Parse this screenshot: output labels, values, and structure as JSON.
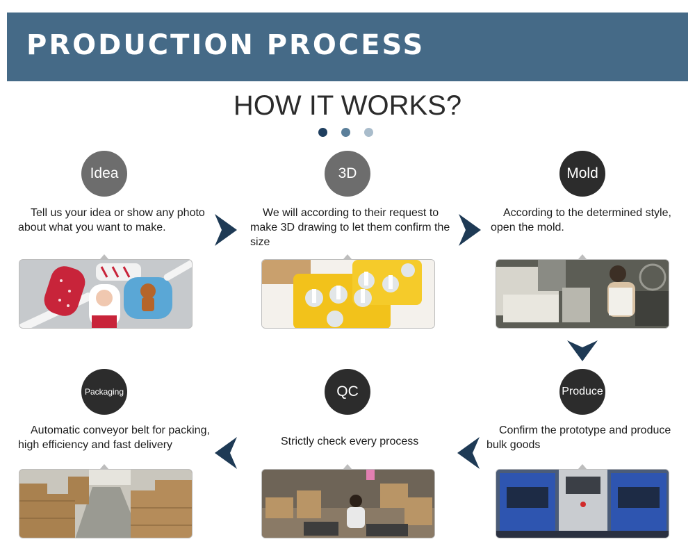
{
  "banner": {
    "title": "PRODUCTION PROCESS",
    "color": "#456a87"
  },
  "heading": "HOW IT WORKS?",
  "steps": [
    {
      "label": "Idea",
      "text": "Tell us your idea or show any photo about what you want to make.",
      "photo": "silicone spatulas"
    },
    {
      "label": "3D",
      "text": "We will according to their request to make 3D drawing to let them confirm the size",
      "photo": "popsicle mold"
    },
    {
      "label": "Mold",
      "text": "According to the determined style, open the mold.",
      "photo": "mold workshop"
    },
    {
      "label": "Produce",
      "text": "Confirm the prototype and produce bulk goods",
      "photo": "press machines"
    },
    {
      "label": "QC",
      "text": "Strictly check every process",
      "photo": "inspection room"
    },
    {
      "label": "Packaging",
      "text": "Automatic conveyor belt for packing, high efficiency and fast delivery",
      "photo": "warehouse"
    }
  ],
  "arrow_color": "#1e3a55"
}
